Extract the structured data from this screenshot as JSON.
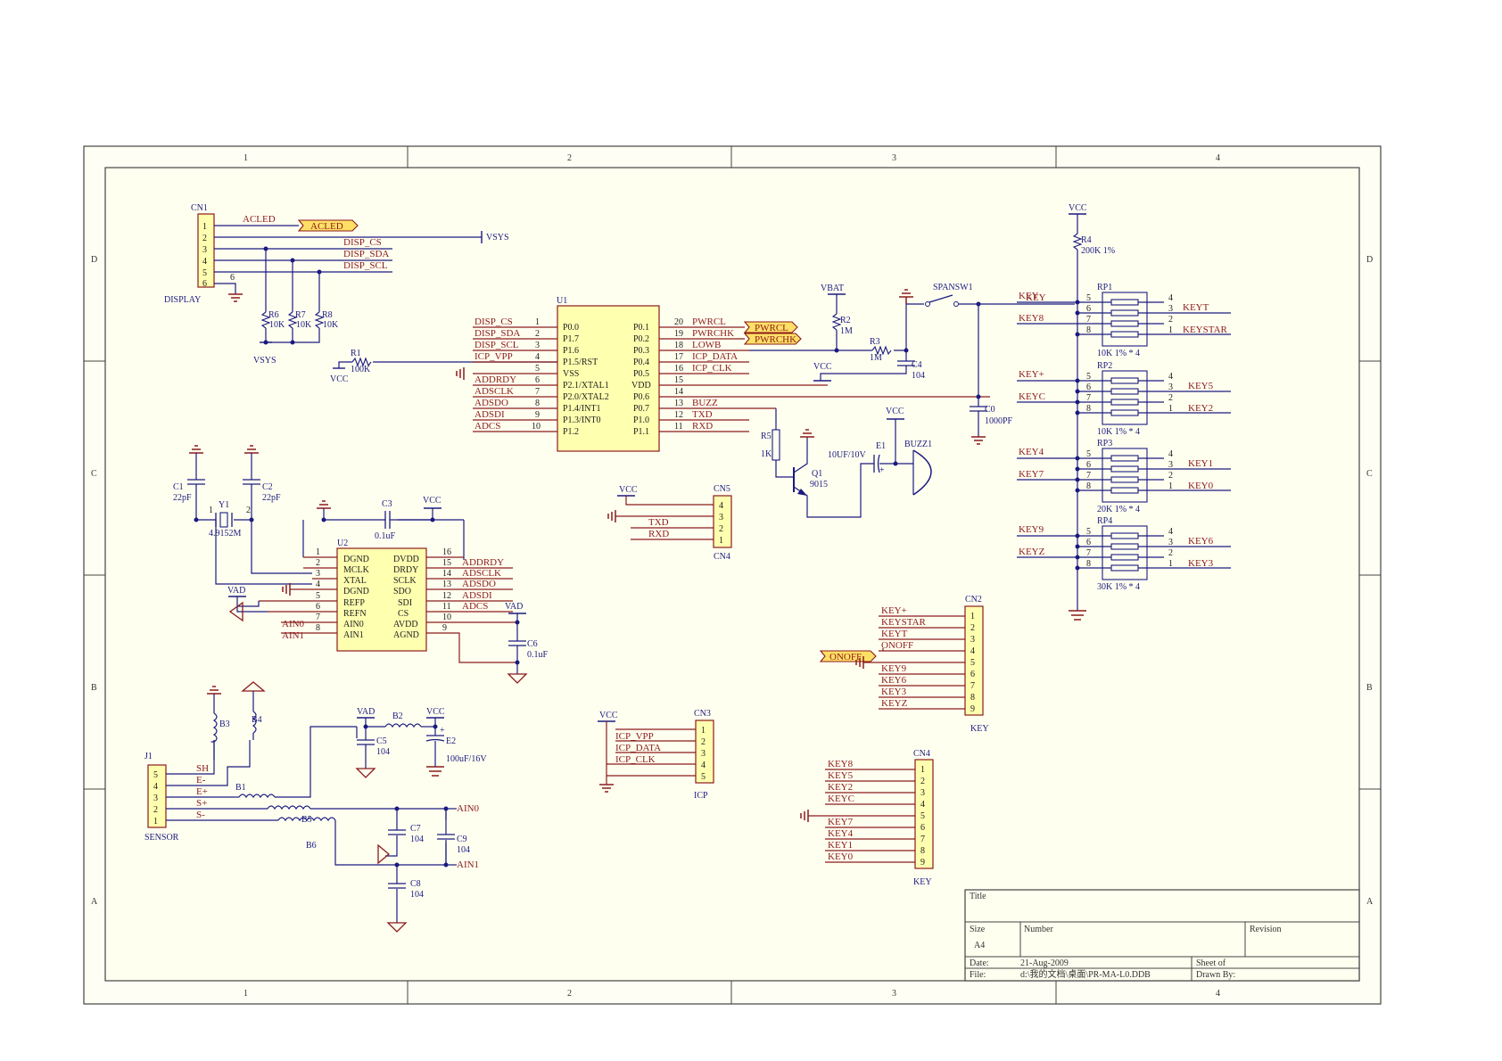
{
  "zones": {
    "columns": [
      "1",
      "2",
      "3",
      "4"
    ],
    "rows": [
      "D",
      "C",
      "B",
      "A"
    ]
  },
  "title_block": {
    "title_label": "Title",
    "size_label": "Size",
    "size_value": "A4",
    "number_label": "Number",
    "revision_label": "Revision",
    "date_label": "Date:",
    "date_value": "21-Aug-2009",
    "file_label": "File:",
    "file_value": "d:\\我的文档\\桌面\\PR-MA-L0.DDB",
    "sheet_label": "Sheet    of",
    "drawn_label": "Drawn By:"
  },
  "display_connector": {
    "ref": "CN1",
    "name": "DISPLAY",
    "pins": [
      "1",
      "2",
      "3",
      "4",
      "5",
      "6"
    ],
    "nets": [
      "ACLED",
      "DISP_CS",
      "DISP_SDA",
      "DISP_SCL"
    ],
    "pin6_label": "6",
    "port_acled": "ACLED",
    "vsys_right": "VSYS",
    "vsys_bottom": "VSYS",
    "resistors": [
      {
        "ref": "R6",
        "value": "10K"
      },
      {
        "ref": "R7",
        "value": "10K"
      },
      {
        "ref": "R8",
        "value": "10K"
      }
    ]
  },
  "r1": {
    "ref": "R1",
    "value": "100K",
    "supply": "VCC"
  },
  "u1": {
    "ref": "U1",
    "left_nets": [
      "DISP_CS",
      "DISP_SDA",
      "DISP_SCL",
      "ICP_VPP",
      "",
      "ADDRDY",
      "ADSCLK",
      "ADSDO",
      "ADSDI",
      "ADCS"
    ],
    "left_nums": [
      "1",
      "2",
      "3",
      "4",
      "5",
      "6",
      "7",
      "8",
      "9",
      "10"
    ],
    "left_names": [
      "P0.0",
      "P1.7",
      "P1.6",
      "P1.5/RST",
      "VSS",
      "P2.1/XTAL1",
      "P2.0/XTAL2",
      "P1.4/INT1",
      "P1.3/INT0",
      "P1.2"
    ],
    "right_names": [
      "P0.1",
      "P0.2",
      "P0.3",
      "P0.4",
      "P0.5",
      "VDD",
      "P0.6",
      "P0.7",
      "P1.0",
      "P1.1"
    ],
    "right_nums": [
      "20",
      "19",
      "18",
      "17",
      "16",
      "15",
      "14",
      "13",
      "12",
      "11"
    ],
    "right_nets": [
      "PWRCL",
      "PWRCHK",
      "LOWB",
      "ICP_DATA",
      "ICP_CLK",
      "",
      "",
      "BUZZ",
      "TXD",
      "RXD"
    ],
    "port_pwrcl": "PWRCL",
    "port_pwrchk": "PWRCHK"
  },
  "power_section": {
    "vbat": "VBAT",
    "r2": {
      "ref": "R2",
      "value": "1M"
    },
    "r3": {
      "ref": "R3",
      "value": "1M"
    },
    "c4": {
      "ref": "C4",
      "value": "104"
    },
    "vcc": "VCC",
    "switch": "SPANSW1",
    "c0": {
      "ref": "C0",
      "value": "1000PF"
    },
    "net_key": "KEY"
  },
  "buzzer_section": {
    "r5": {
      "ref": "R5",
      "value": "1K"
    },
    "q1": {
      "ref": "Q1",
      "value": "9015"
    },
    "e1": {
      "ref": "E1",
      "value": "10UF/10V"
    },
    "vcc": "VCC",
    "buzz": "BUZZ1"
  },
  "cn5": {
    "ref": "CN5",
    "ref2": "CN4",
    "vcc": "VCC",
    "pins": [
      "4",
      "3",
      "2",
      "1"
    ],
    "nets": [
      "TXD",
      "RXD"
    ]
  },
  "crystal": {
    "c1": {
      "ref": "C1",
      "value": "22pF"
    },
    "c2": {
      "ref": "C2",
      "value": "22pF"
    },
    "y1": {
      "ref": "Y1",
      "value": "4.9152M"
    },
    "pin1": "1",
    "pin2": "2"
  },
  "u2": {
    "ref": "U2",
    "c3": {
      "ref": "C3",
      "value": "0.1uF"
    },
    "vcc": "VCC",
    "vad": "VAD",
    "left_nums": [
      "1",
      "2",
      "3",
      "4",
      "5",
      "6",
      "7",
      "8"
    ],
    "left_names": [
      "DGND",
      "MCLK",
      "XTAL",
      "DGND",
      "REFP",
      "REFN",
      "AIN0",
      "AIN1"
    ],
    "left_nets": [
      "AIN0",
      "AIN1"
    ],
    "right_names": [
      "DVDD",
      "DRDY",
      "SCLK",
      "SDO",
      "SDI",
      "CS",
      "AVDD",
      "AGND"
    ],
    "right_nums": [
      "16",
      "15",
      "14",
      "13",
      "12",
      "11",
      "10",
      "9"
    ],
    "right_nets": [
      "ADDRDY",
      "ADSCLK",
      "ADSDO",
      "ADSDI",
      "ADCS"
    ],
    "vad_right": "VAD",
    "c6": {
      "ref": "C6",
      "value": "0.1uF"
    }
  },
  "resistor_networks": {
    "vcc": "VCC",
    "r4": {
      "ref": "R4",
      "value": "200K  1%"
    },
    "pins_left": [
      "5",
      "6",
      "7",
      "8"
    ],
    "pins_right": [
      "4",
      "3",
      "2",
      "1"
    ],
    "packs": [
      {
        "ref": "RP1",
        "value": "10K  1%  * 4",
        "left_nets": [
          "KEY",
          "KEY8"
        ],
        "right_nets": [
          "KEYT",
          "KEYSTAR"
        ]
      },
      {
        "ref": "RP2",
        "value": "10K  1%  * 4",
        "left_nets": [
          "KEY+",
          "KEYC"
        ],
        "right_nets": [
          "KEY5",
          "KEY2"
        ]
      },
      {
        "ref": "RP3",
        "value": "20K  1%  * 4",
        "left_nets": [
          "KEY4",
          "KEY7"
        ],
        "right_nets": [
          "KEY1",
          "KEY0"
        ]
      },
      {
        "ref": "RP4",
        "value": "30K  1%  * 4",
        "left_nets": [
          "KEY9",
          "KEYZ"
        ],
        "right_nets": [
          "KEY6",
          "KEY3"
        ]
      }
    ]
  },
  "cn2": {
    "ref": "CN2",
    "name": "KEY",
    "pins": [
      "1",
      "2",
      "3",
      "4",
      "5",
      "6",
      "7",
      "8",
      "9"
    ],
    "nets": [
      "KEY+",
      "KEYSTAR",
      "KEYT",
      "ONOFF",
      "",
      "KEY9",
      "KEY6",
      "KEY3",
      "KEYZ"
    ],
    "port_onoff": "ONOFF"
  },
  "sensor": {
    "ref": "J1",
    "name": "SENSOR",
    "pins": [
      "5",
      "4",
      "3",
      "2",
      "1"
    ],
    "nets": [
      "SH",
      "E-",
      "E+",
      "S+",
      "S-"
    ],
    "b1": "B1",
    "b2": "B2",
    "b3": "B3",
    "b4": "B4",
    "b5": "B5",
    "b6": "B6",
    "vad": "VAD",
    "vcc": "VCC",
    "c5": {
      "ref": "C5",
      "value": "104"
    },
    "e2": {
      "ref": "E2",
      "value": "100uF/16V"
    },
    "c7": {
      "ref": "C7",
      "value": "104"
    },
    "c9": {
      "ref": "C9",
      "value": "104"
    },
    "c8": {
      "ref": "C8",
      "value": "104"
    },
    "ain0": "AIN0",
    "ain1": "AIN1"
  },
  "icp": {
    "ref": "CN3",
    "name": "ICP",
    "vcc": "VCC",
    "pins": [
      "1",
      "2",
      "3",
      "4",
      "5"
    ],
    "nets": [
      "ICP_VPP",
      "ICP_DATA",
      "ICP_CLK"
    ]
  },
  "cn4": {
    "ref": "CN4",
    "name": "KEY",
    "pins": [
      "1",
      "2",
      "3",
      "4",
      "5",
      "6",
      "7",
      "8",
      "9"
    ],
    "nets": [
      "KEY8",
      "KEY5",
      "KEY2",
      "KEYC",
      "",
      "KEY7",
      "KEY4",
      "KEY1",
      "KEY0"
    ]
  }
}
